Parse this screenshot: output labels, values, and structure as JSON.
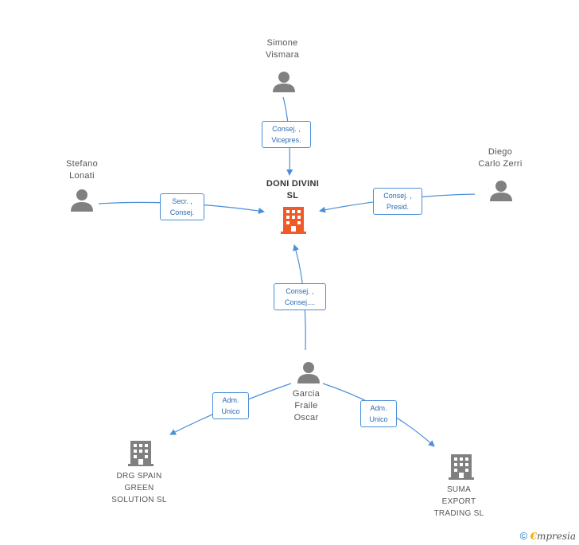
{
  "center": {
    "name_line1": "DONI DIVINI",
    "name_line2": "SL"
  },
  "people": {
    "simone": {
      "line1": "Simone",
      "line2": "Vismara"
    },
    "stefano": {
      "line1": "Stefano",
      "line2": "Lonati"
    },
    "diego": {
      "line1": "Diego",
      "line2": "Carlo Zerri"
    },
    "garcia": {
      "line1": "Garcia",
      "line2": "Fraile",
      "line3": "Oscar"
    }
  },
  "companies": {
    "drg": {
      "line1": "DRG SPAIN",
      "line2": "GREEN",
      "line3": "SOLUTION  SL"
    },
    "suma": {
      "line1": "SUMA",
      "line2": "EXPORT",
      "line3": "TRADING  SL"
    }
  },
  "relations": {
    "simone": {
      "line1": "Consej. ,",
      "line2": "Vicepres."
    },
    "stefano": {
      "line1": "Secr. ,",
      "line2": "Consej."
    },
    "diego": {
      "line1": "Consej. ,",
      "line2": "Presid."
    },
    "garcia": {
      "line1": "Consej. ,",
      "line2": "Consej...."
    },
    "drg": {
      "line1": "Adm.",
      "line2": "Unico"
    },
    "suma": {
      "line1": "Adm.",
      "line2": "Unico"
    }
  },
  "footer": {
    "copyright_symbol": "©",
    "brand_first": "€",
    "brand_rest": "mpresia"
  },
  "colors": {
    "edge": "#4a8fd8",
    "person": "#808080",
    "center_building": "#f05a28",
    "building": "#808080"
  }
}
